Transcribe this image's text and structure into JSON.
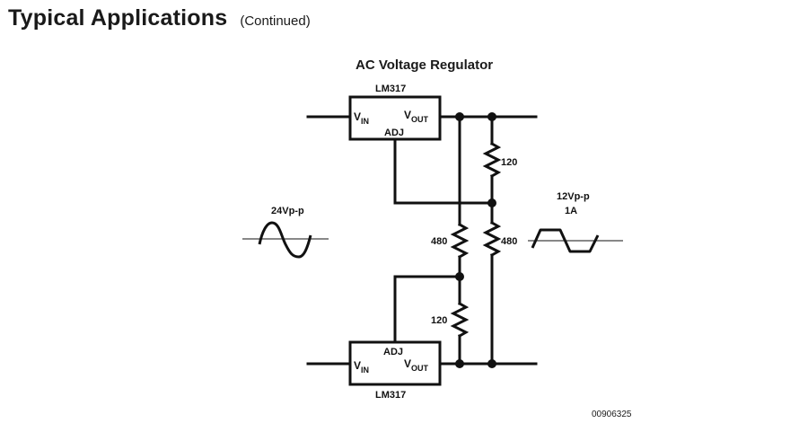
{
  "page": {
    "heading": "Typical Applications",
    "heading_suffix": "(Continued)",
    "figure_title": "AC Voltage Regulator",
    "figure_id": "00906325"
  },
  "circuit": {
    "regulators": [
      {
        "id": "top",
        "part": "LM317",
        "pins": {
          "vin": "V",
          "vin_sub": "IN",
          "vout": "V",
          "vout_sub": "OUT",
          "adj": "ADJ"
        }
      },
      {
        "id": "bottom",
        "part": "LM317",
        "pins": {
          "vin": "V",
          "vin_sub": "IN",
          "vout": "V",
          "vout_sub": "OUT",
          "adj": "ADJ"
        }
      }
    ],
    "resistors": [
      {
        "id": "r-top-right",
        "value": "120"
      },
      {
        "id": "r-mid-right",
        "value": "480"
      },
      {
        "id": "r-mid-left",
        "value": "480"
      },
      {
        "id": "r-bottom-left",
        "value": "120"
      }
    ],
    "input_signal": {
      "label": "24Vp-p",
      "waveform": "sine"
    },
    "output_signal": {
      "label_line1": "12Vp-p",
      "label_line2": "1A",
      "waveform": "clipped-trapezoid"
    }
  }
}
